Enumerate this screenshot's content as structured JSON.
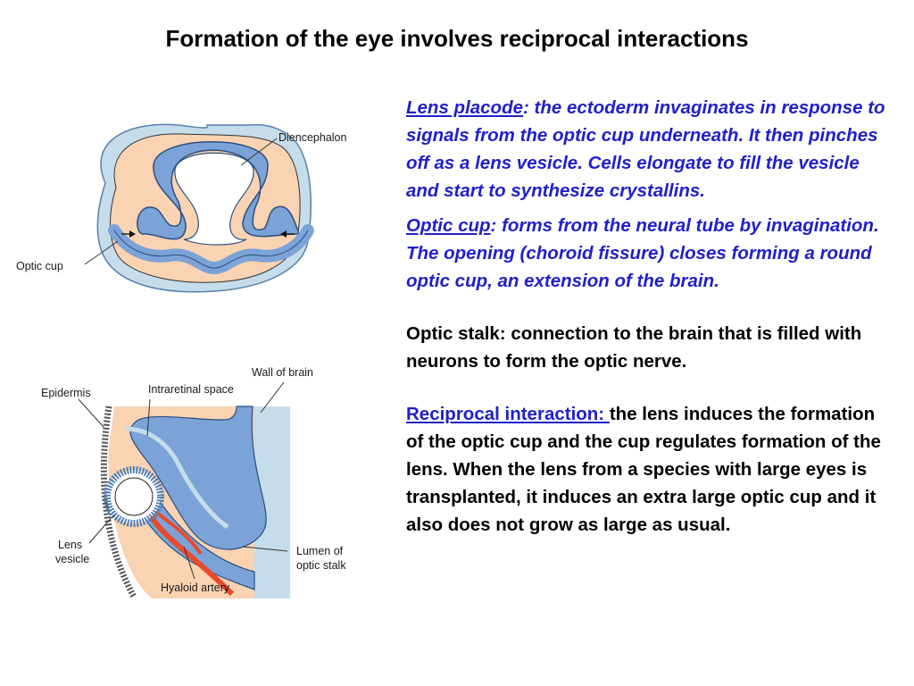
{
  "title": "Formation of the eye involves reciprocal interactions",
  "diagram_top": {
    "labels": {
      "diencephalon": "Diencephalon",
      "optic_cup": "Optic cup"
    }
  },
  "diagram_bottom": {
    "labels": {
      "wall_of_brain": "Wall of brain",
      "epidermis": "Epidermis",
      "intraretinal_space": "Intraretinal space",
      "lens_vesicle_1": "Lens",
      "lens_vesicle_2": "vesicle",
      "lumen_1": "Lumen of",
      "lumen_2": "optic stalk",
      "hyaloid_artery": "Hyaloid artery"
    }
  },
  "text": {
    "lens_placode": {
      "term": "Lens placode",
      "body": ": the ectoderm invaginates in response to signals from the optic cup underneath. It then pinches off as a lens vesicle. Cells elongate to fill the vesicle and start to synthesize crystallins."
    },
    "optic_cup": {
      "term": "Optic cup",
      "body": ": forms from the neural tube by invagination. The opening (choroid fissure) closes forming a round optic cup, an extension of the brain."
    },
    "optic_stalk": "Optic stalk: connection to the brain that is filled with neurons to form the optic nerve.",
    "reciprocal": {
      "term": "Reciprocal interaction: ",
      "body": "the lens induces the formation of the optic cup and the cup regulates formation of the lens. When the lens from a species with large eyes is transplanted, it induces an extra large optic cup and it also does not grow as large as usual."
    }
  },
  "colors": {
    "neural": "#7ba3d8",
    "mesenchyme": "#f9d3b2",
    "ectoderm": "#c5dcea",
    "artery": "#e84a2a",
    "text_blue": "#2020c8"
  }
}
